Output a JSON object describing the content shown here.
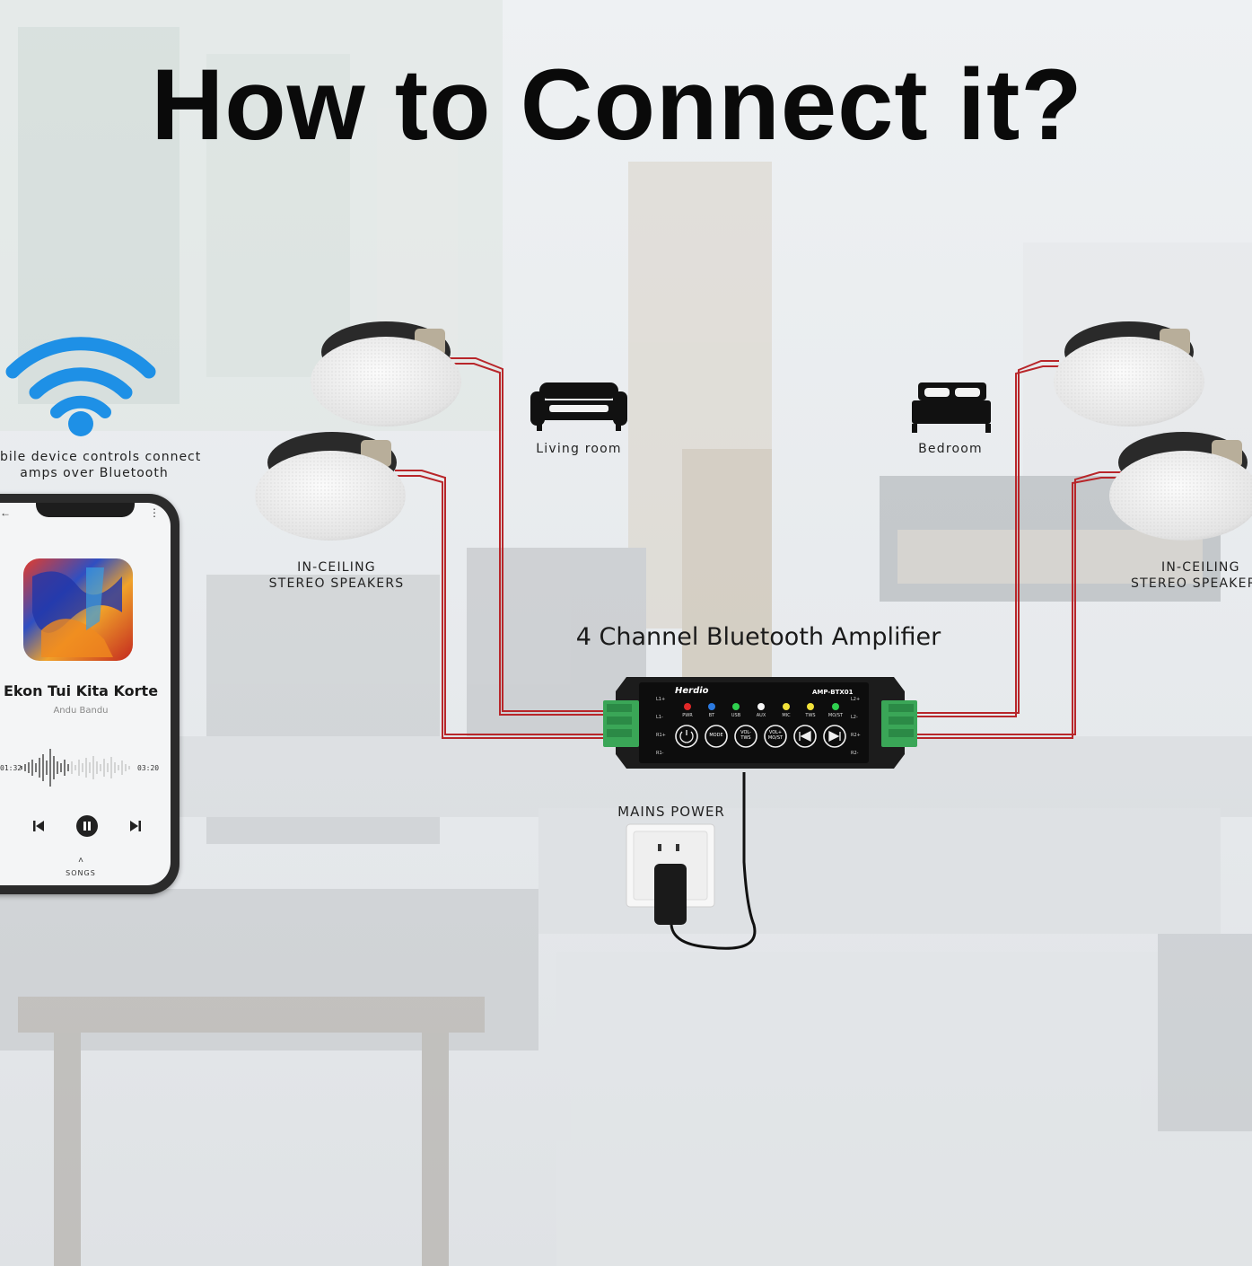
{
  "title": "How to Connect it?",
  "bluetooth_caption": [
    "bile device controls connect",
    "amps over Bluetooth"
  ],
  "rooms": {
    "living": "Living room",
    "bedroom": "Bedroom"
  },
  "speaker_label_left": [
    "IN-CEILING",
    "STEREO SPEAKERS"
  ],
  "speaker_label_right": [
    "IN-CEILING",
    "STEREO SPEAKER"
  ],
  "amplifier_title": "4 Channel Bluetooth Amplifier",
  "mains_power": "MAINS POWER",
  "amplifier": {
    "brand": "Herdio",
    "model": "AMP-BTX01",
    "indicators": [
      "PWR",
      "BT",
      "USB",
      "AUX",
      "MIC",
      "TWS",
      "MO/ST"
    ],
    "buttons": [
      "MODE",
      "VOL-\nTWS",
      "VOL+\nMO/ST"
    ],
    "left_terminals": [
      "L1+",
      "L1-",
      "R1+",
      "R1-"
    ],
    "right_terminals": [
      "L2+",
      "L2-",
      "R2+",
      "R2-"
    ]
  },
  "phone": {
    "song": "Ekon Tui Kita Korte",
    "artist": "Andu Bandu",
    "elapsed": "01:32",
    "duration": "03:20",
    "songs_label": "SONGS"
  },
  "colors": {
    "wifi": "#1e90e6",
    "wire_red": "#b8262a",
    "terminal": "#3aa657",
    "amp_body": "#1c1c1c"
  }
}
